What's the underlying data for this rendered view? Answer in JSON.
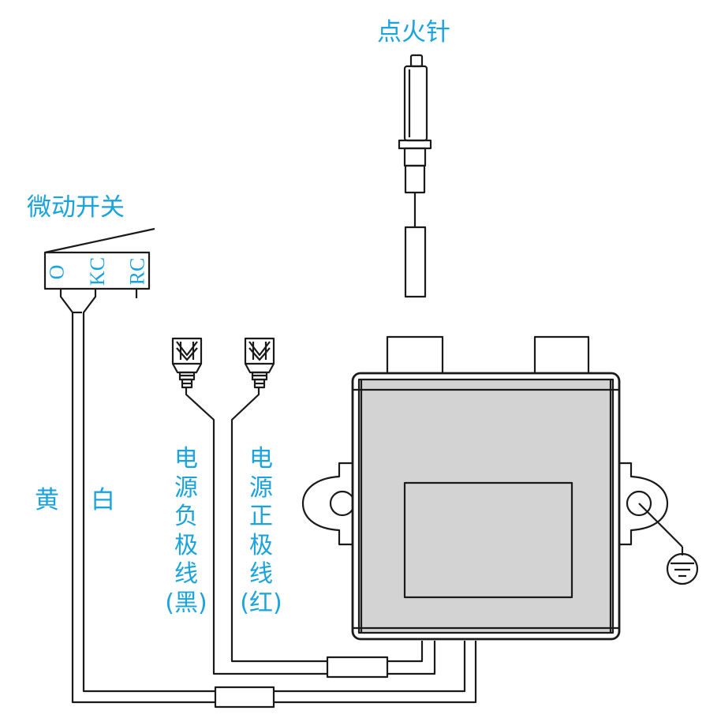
{
  "labels": {
    "ignition_needle": "点火针",
    "micro_switch": "微动开关",
    "wire_yellow": "黄",
    "wire_white": "白",
    "power_negative": [
      "电",
      "源",
      "负",
      "极",
      "线",
      "(黑)"
    ],
    "power_positive": [
      "电",
      "源",
      "正",
      "极",
      "线",
      "(红)"
    ]
  },
  "switch_terminals": [
    "O",
    "KC",
    "RC"
  ],
  "colors": {
    "label": "#1aa3dd",
    "line": "#1a1a1a",
    "module_fill": "#d3d3d3"
  }
}
